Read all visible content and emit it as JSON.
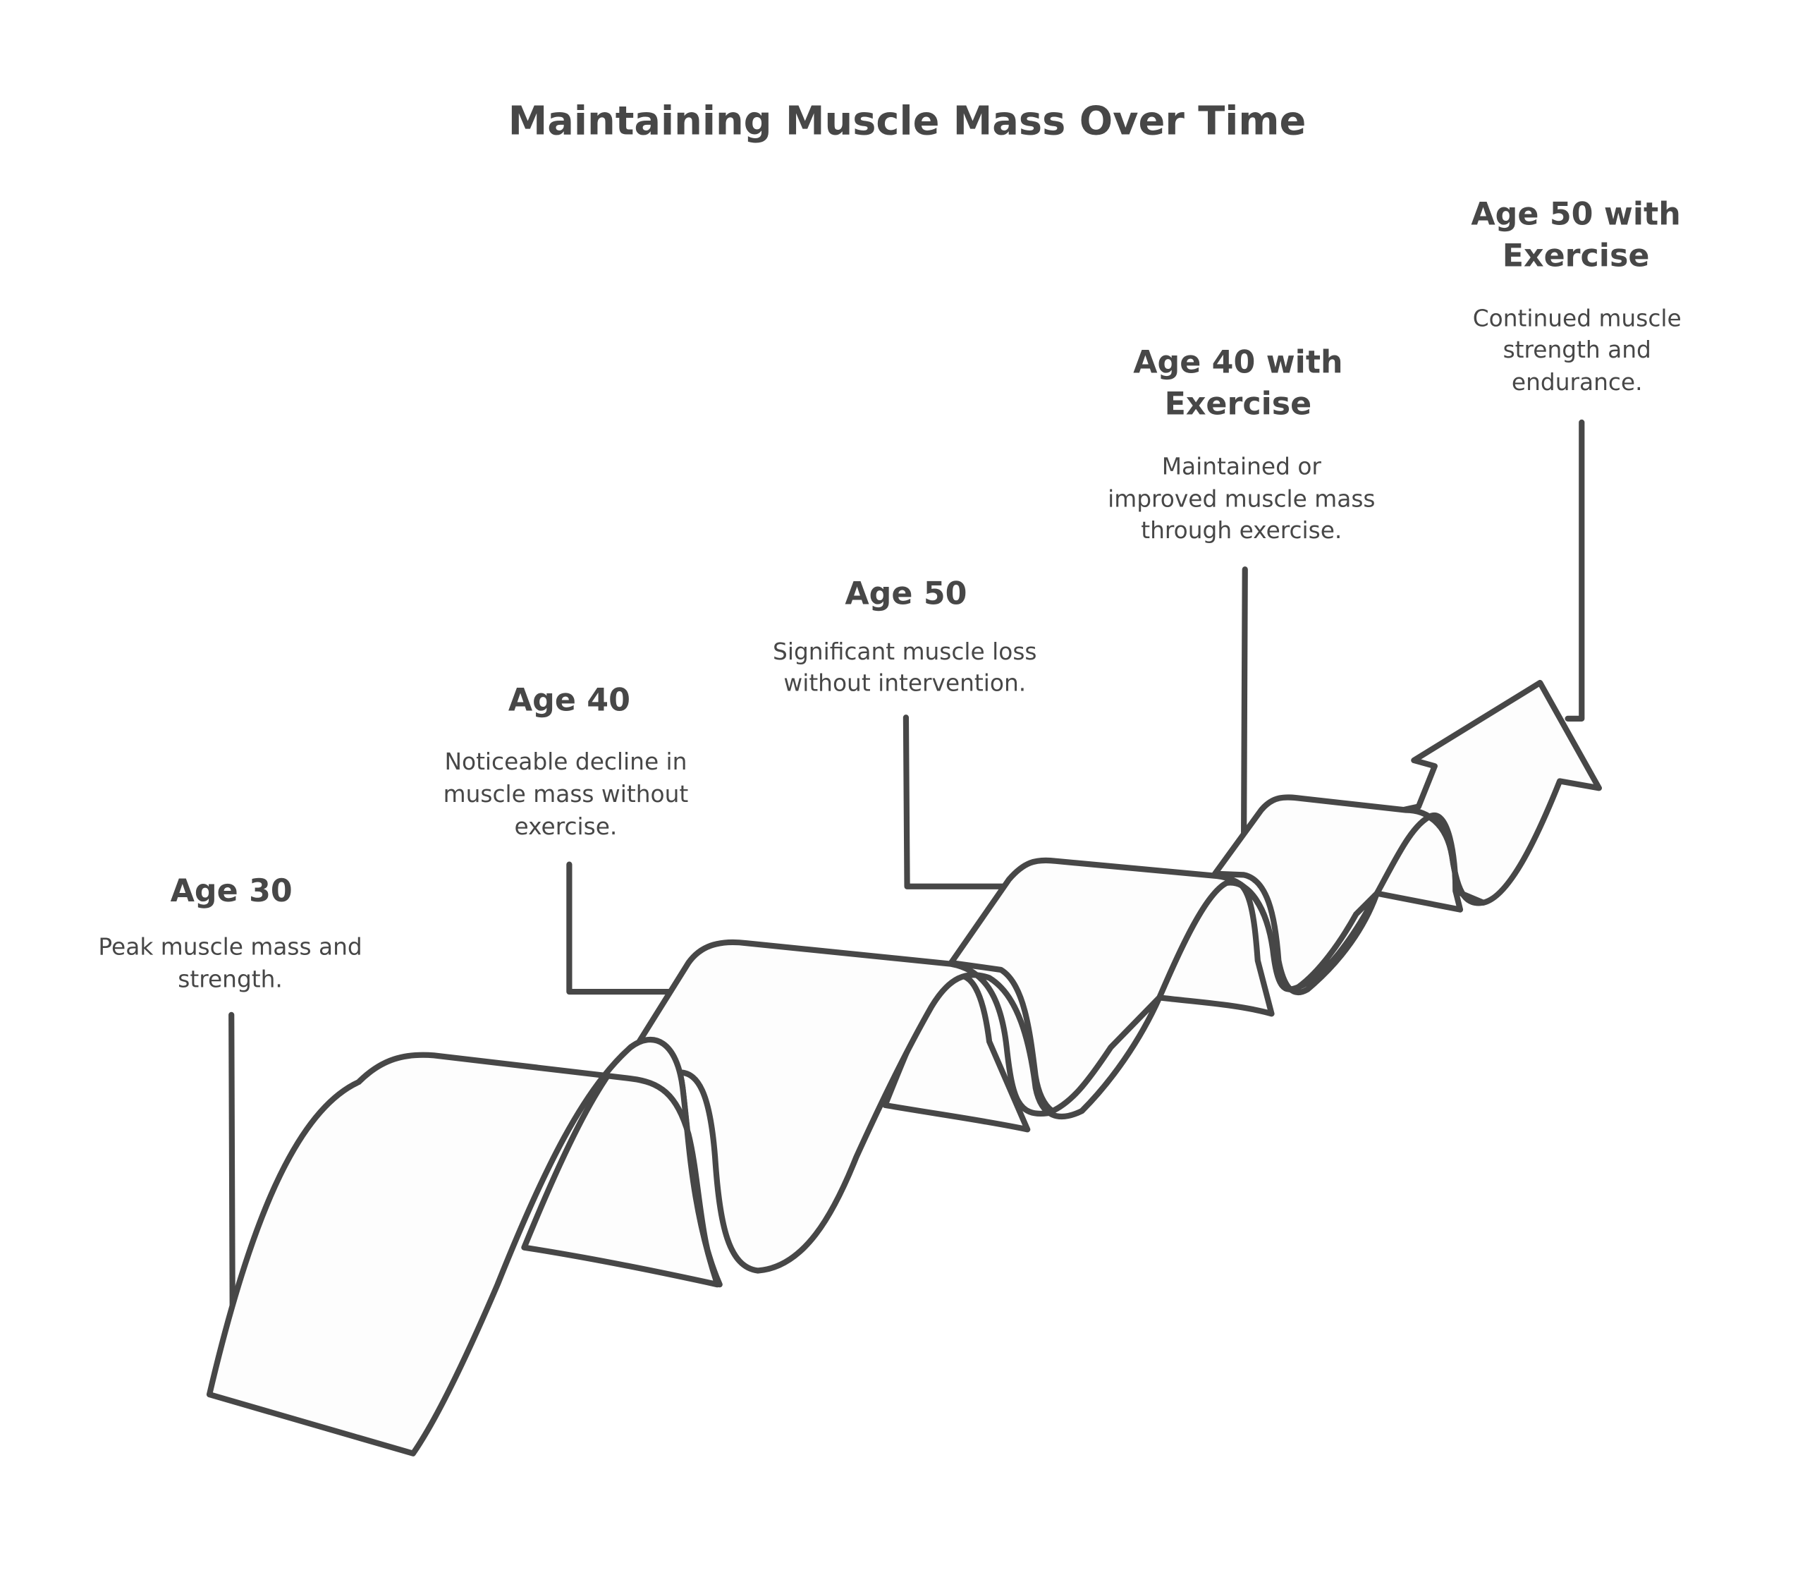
{
  "diagram": {
    "title": "Maintaining Muscle Mass Over Time",
    "colors": {
      "stroke": "#474747",
      "text": "#474747",
      "ribbon_fill": "#fdfdfd",
      "background": "#ffffff"
    },
    "stages": [
      {
        "title_lines": [
          "Age 30"
        ],
        "description_lines": [
          "Peak muscle mass and",
          "strength."
        ]
      },
      {
        "title_lines": [
          "Age 40"
        ],
        "description_lines": [
          "Noticeable decline in",
          "muscle mass without",
          "exercise."
        ]
      },
      {
        "title_lines": [
          "Age 50"
        ],
        "description_lines": [
          "Significant muscle loss",
          "without intervention."
        ]
      },
      {
        "title_lines": [
          "Age 40 with",
          "Exercise"
        ],
        "description_lines": [
          "Maintained or",
          "improved muscle mass",
          "through exercise."
        ]
      },
      {
        "title_lines": [
          "Age 50 with",
          "Exercise"
        ],
        "description_lines": [
          "Continued muscle",
          "strength and",
          "endurance."
        ]
      }
    ],
    "graphic": {
      "type": "ascending wavy ribbon ending in upward arrow",
      "icon": "ribbon-arrow-icon"
    }
  }
}
